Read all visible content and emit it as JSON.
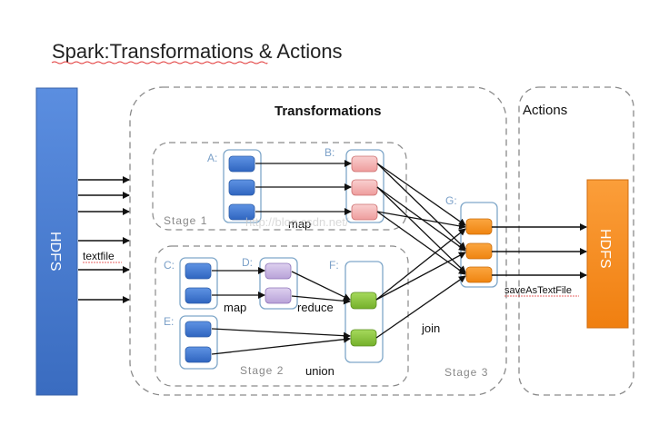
{
  "title": "Spark:Transformations & Actions",
  "title_underlined_part": "Spark:Transformations",
  "title_rest": " & Actions",
  "source": {
    "name": "HDFS"
  },
  "sink": {
    "name": "HDFS"
  },
  "labels": {
    "transformations": "Transformations",
    "actions": "Actions",
    "textfile": "textfile",
    "save": "saveAsTextFile",
    "stage1": "Stage 1",
    "stage2": "Stage 2",
    "stage3": "Stage 3",
    "map1": "map",
    "map2": "map",
    "reduce": "reduce",
    "union": "union",
    "join": "join"
  },
  "rdds": {
    "A": "A:",
    "B": "B:",
    "C": "C:",
    "D": "D:",
    "E": "E:",
    "F": "F:",
    "G": "G:"
  },
  "watermark": "http://blog.csdn.net/",
  "colors": {
    "hdfs_source": "#4a7fd0",
    "hdfs_sink": "#f6902c",
    "partition_blue": "#3f78d0",
    "partition_pink": "#f4b6b6",
    "partition_purple": "#cbb8e3",
    "partition_green": "#8cc63f",
    "partition_orange": "#f4901e",
    "rdd_outline": "#7fa7c9",
    "dashed": "#8a8a8a",
    "label_blue": "#7ba0c8"
  }
}
